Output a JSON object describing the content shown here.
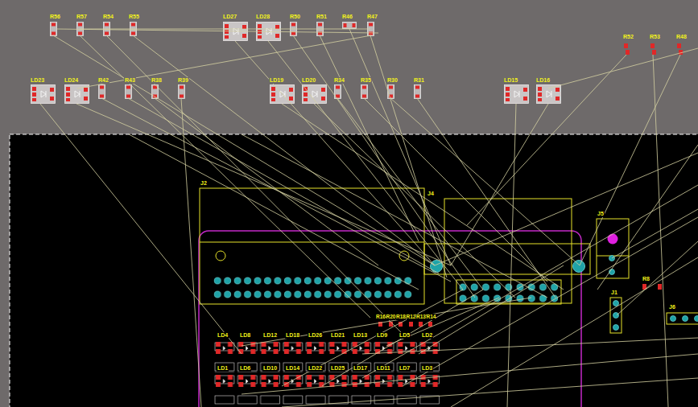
{
  "diagram": {
    "labels": [
      "R56",
      "R57",
      "R54",
      "R55",
      "LD27",
      "LD28",
      "R50",
      "R51",
      "R46",
      "R47",
      "R52",
      "R53",
      "R48",
      "LD23",
      "LD24",
      "R42",
      "R43",
      "R38",
      "R39",
      "LD19",
      "LD20",
      "R34",
      "R35",
      "R30",
      "R31",
      "LD15",
      "LD16",
      "J2",
      "J4",
      "J5",
      "R8",
      "J1",
      "J6",
      "R16",
      "R20",
      "R18",
      "R12",
      "R13",
      "R14",
      "LD4",
      "LD8",
      "LD12",
      "LD18",
      "LD26",
      "LD21",
      "LD13",
      "LD9",
      "LD5",
      "LD2",
      "LD1",
      "LD6",
      "LD10",
      "LD14",
      "LD22",
      "LD25",
      "LD17",
      "LD11",
      "LD7",
      "LD3"
    ]
  }
}
